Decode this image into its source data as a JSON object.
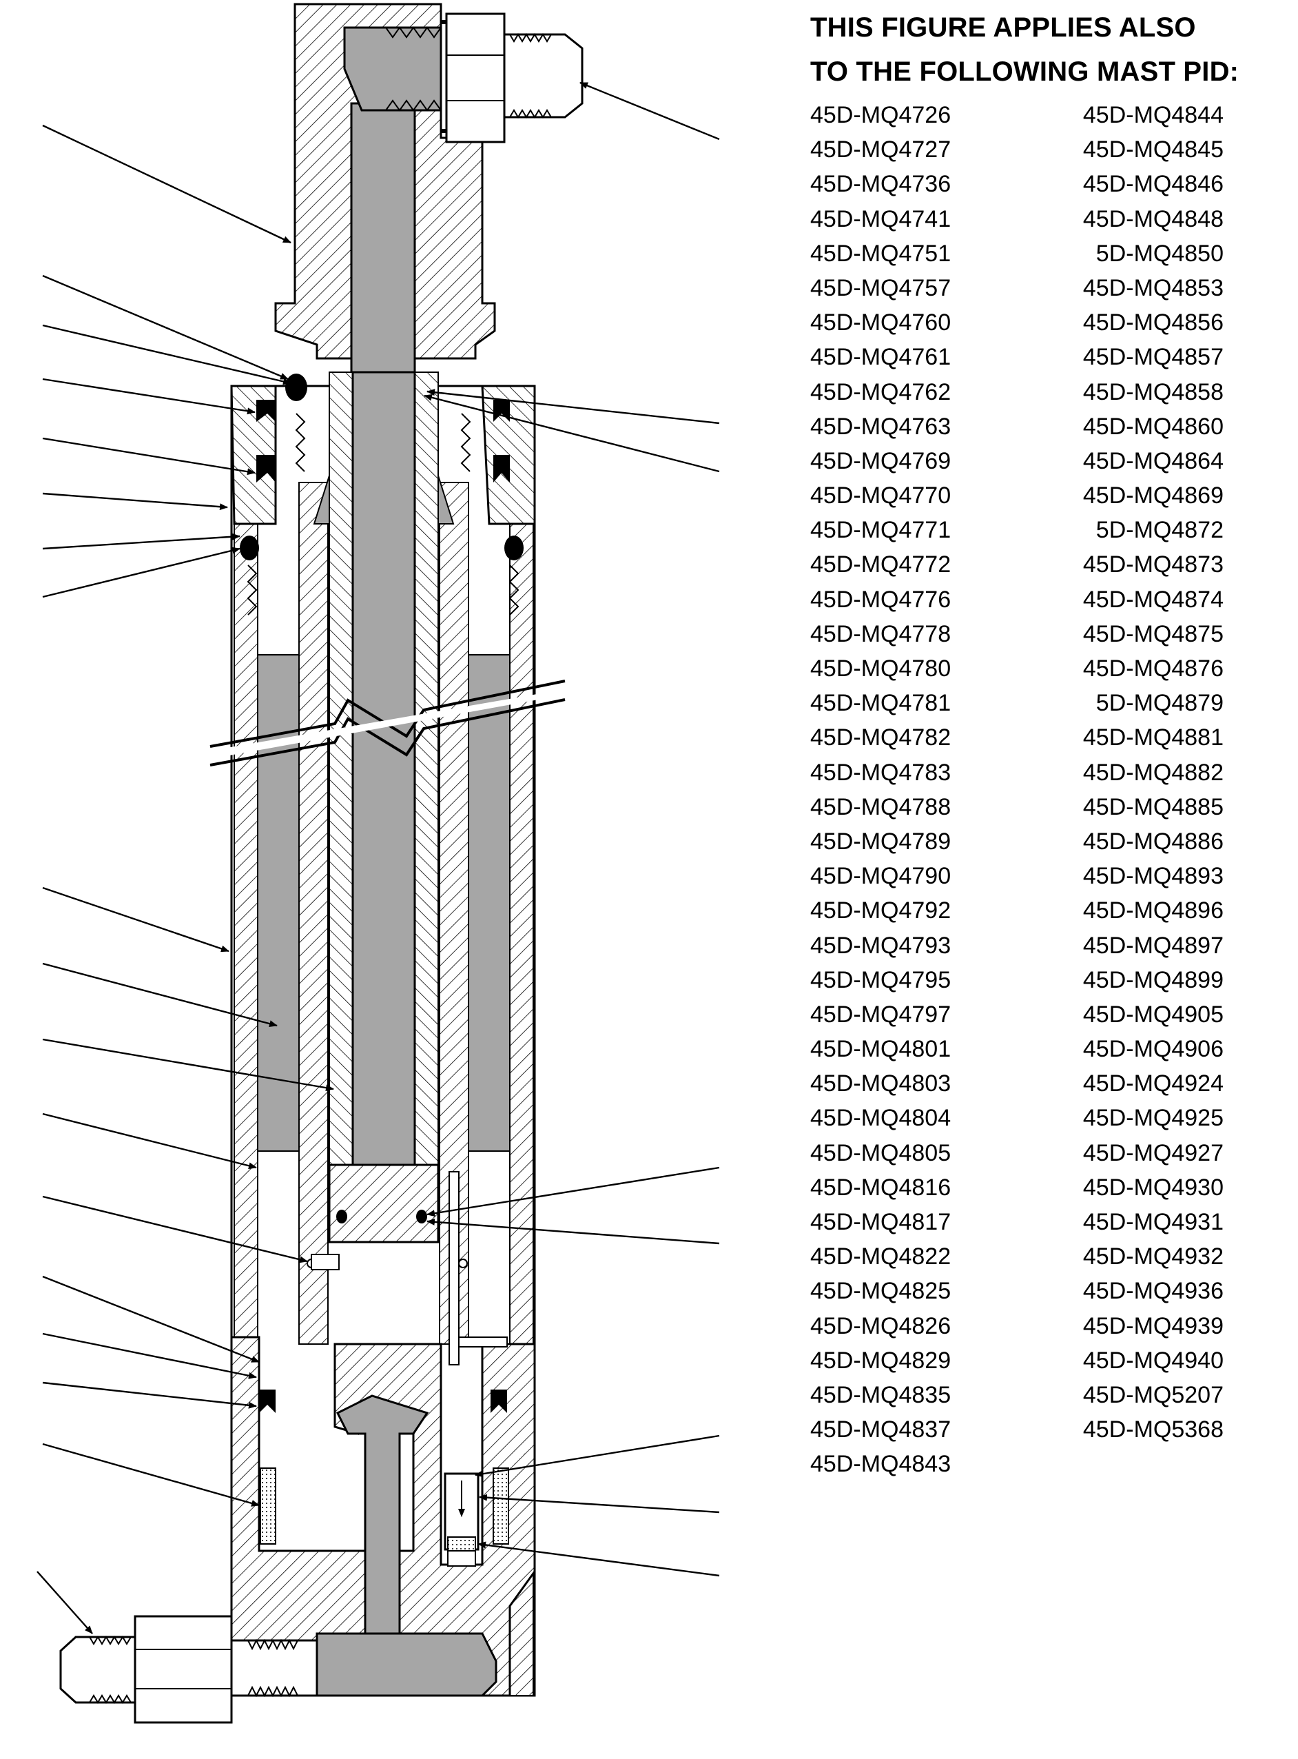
{
  "heading": {
    "line1": "THIS FIGURE APPLIES ALSO",
    "line2": "TO THE FOLLOWING MAST PID:"
  },
  "pid_columns": [
    [
      "45D-MQ4726",
      "45D-MQ4727",
      "45D-MQ4736",
      "45D-MQ4741",
      "45D-MQ4751",
      "45D-MQ4757",
      "45D-MQ4760",
      "45D-MQ4761",
      "45D-MQ4762",
      "45D-MQ4763",
      "45D-MQ4769",
      "45D-MQ4770",
      "45D-MQ4771",
      "45D-MQ4772",
      "45D-MQ4776",
      "45D-MQ4778",
      "45D-MQ4780",
      "45D-MQ4781",
      "45D-MQ4782",
      "45D-MQ4783",
      "45D-MQ4788",
      "45D-MQ4789",
      "45D-MQ4790",
      "45D-MQ4792",
      "45D-MQ4793",
      "45D-MQ4795",
      "45D-MQ4797",
      "45D-MQ4801",
      "45D-MQ4803",
      "45D-MQ4804",
      "45D-MQ4805",
      "45D-MQ4816",
      "45D-MQ4817",
      "45D-MQ4822",
      "45D-MQ4825",
      "45D-MQ4826",
      "45D-MQ4829",
      "45D-MQ4835",
      "45D-MQ4837",
      "45D-MQ4843"
    ],
    [
      "45D-MQ4844",
      "45D-MQ4845",
      "45D-MQ4846",
      "45D-MQ4848",
      "5D-MQ4850",
      "45D-MQ4853",
      "45D-MQ4856",
      "45D-MQ4857",
      "45D-MQ4858",
      "45D-MQ4860",
      "45D-MQ4864",
      "45D-MQ4869",
      "5D-MQ4872",
      "45D-MQ4873",
      "45D-MQ4874",
      "45D-MQ4875",
      "45D-MQ4876",
      "5D-MQ4879",
      "45D-MQ4881",
      "45D-MQ4882",
      "45D-MQ4885",
      "45D-MQ4886",
      "45D-MQ4893",
      "45D-MQ4896",
      "45D-MQ4897",
      "45D-MQ4899",
      "45D-MQ4905",
      "45D-MQ4906",
      "45D-MQ4924",
      "45D-MQ4925",
      "45D-MQ4927",
      "45D-MQ4930",
      "45D-MQ4931",
      "45D-MQ4932",
      "45D-MQ4936",
      "45D-MQ4939",
      "45D-MQ4940",
      "45D-MQ5207",
      "45D-MQ5368"
    ]
  ],
  "colors": {
    "ink": "#000000",
    "fluid_fill": "#a6a6a6",
    "paper": "#ffffff"
  },
  "icons": {
    "top_fitting": "hex-flare-fitting-icon",
    "bottom_fitting": "hex-flare-fitting-icon",
    "check_valve": "check-valve-icon"
  }
}
